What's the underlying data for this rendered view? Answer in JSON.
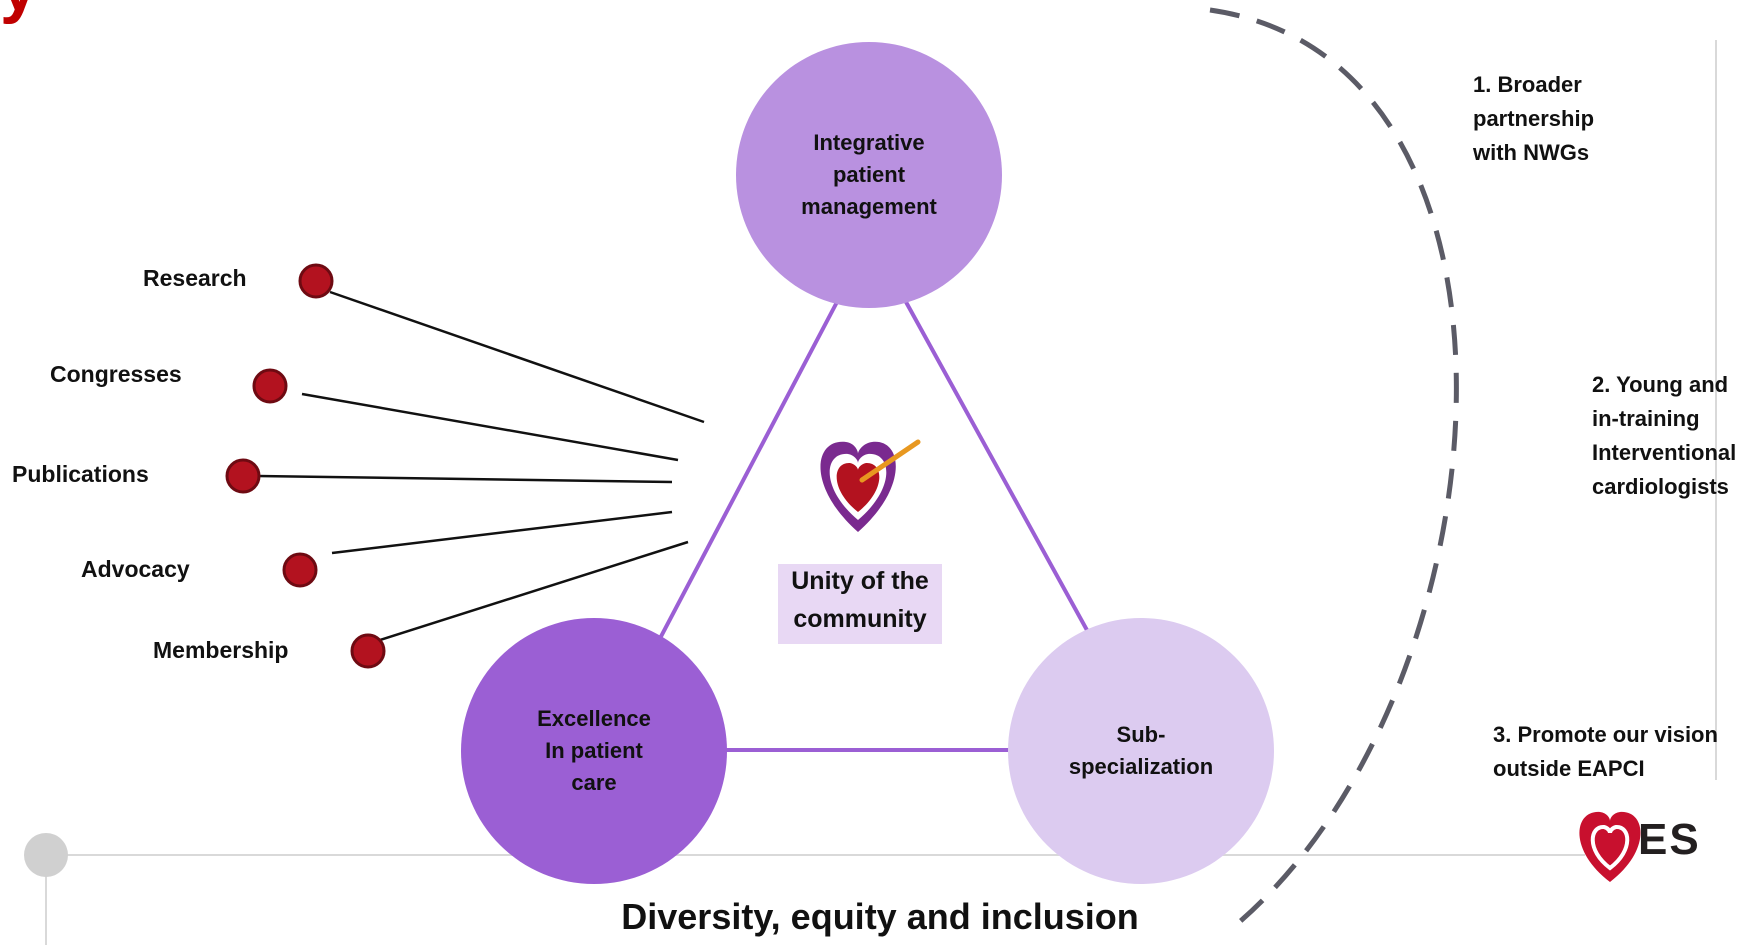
{
  "title_fragment": "y",
  "central": {
    "label": "Unity of the\ncommunity"
  },
  "pillars": [
    {
      "id": "integrative",
      "label": "Integrative\npatient\nmanagement",
      "color": "#b991e0"
    },
    {
      "id": "excellence",
      "label": "Excellence\nIn patient\ncare",
      "color": "#9b5fd4"
    },
    {
      "id": "subspecialization",
      "label": "Sub-\nspecialization",
      "color": "#dccbf0"
    }
  ],
  "branches": [
    {
      "label": "Research"
    },
    {
      "label": "Congresses"
    },
    {
      "label": "Publications"
    },
    {
      "label": "Advocacy"
    },
    {
      "label": "Membership"
    }
  ],
  "side_items": [
    {
      "label": "1. Broader\npartnership\nwith NWGs"
    },
    {
      "label": "2. Young and\nin-training\nInterventional\ncardiologists"
    },
    {
      "label": "3. Promote our vision\noutside EAPCI"
    }
  ],
  "footer": "Diversity, equity and inclusion",
  "logo": {
    "text": "ES",
    "icon": "esc-heart-icon"
  },
  "colors": {
    "triangle_line": "#9b5fd4",
    "node_red": "#b3121f",
    "title_red": "#c00000",
    "dash": "#5b5b66",
    "grey_line": "#d0d0d0"
  }
}
